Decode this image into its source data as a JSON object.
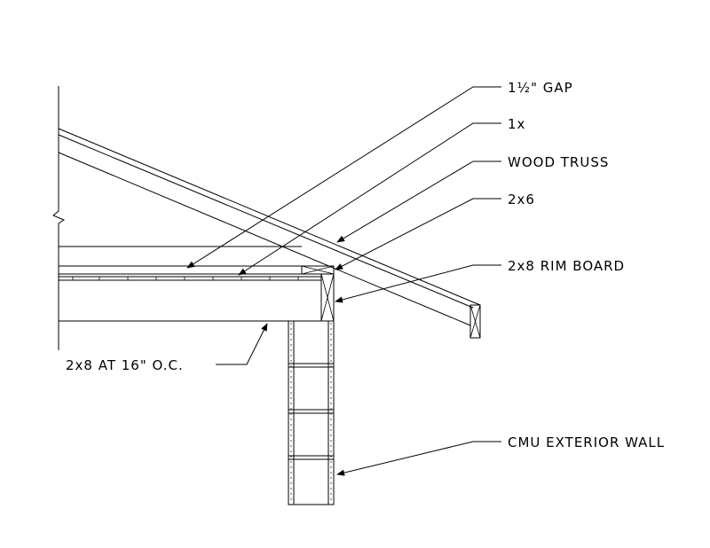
{
  "labels": {
    "gap": "1½\" GAP",
    "one_x": "1x",
    "wood_truss": "WOOD TRUSS",
    "two_x_six": "2x6",
    "rim_board": "2x8 RIM BOARD",
    "joists": "2x8 AT 16\" O.C.",
    "cmu_wall": "CMU EXTERIOR WALL"
  },
  "colors": {
    "ink": "#000000",
    "background": "#ffffff"
  }
}
